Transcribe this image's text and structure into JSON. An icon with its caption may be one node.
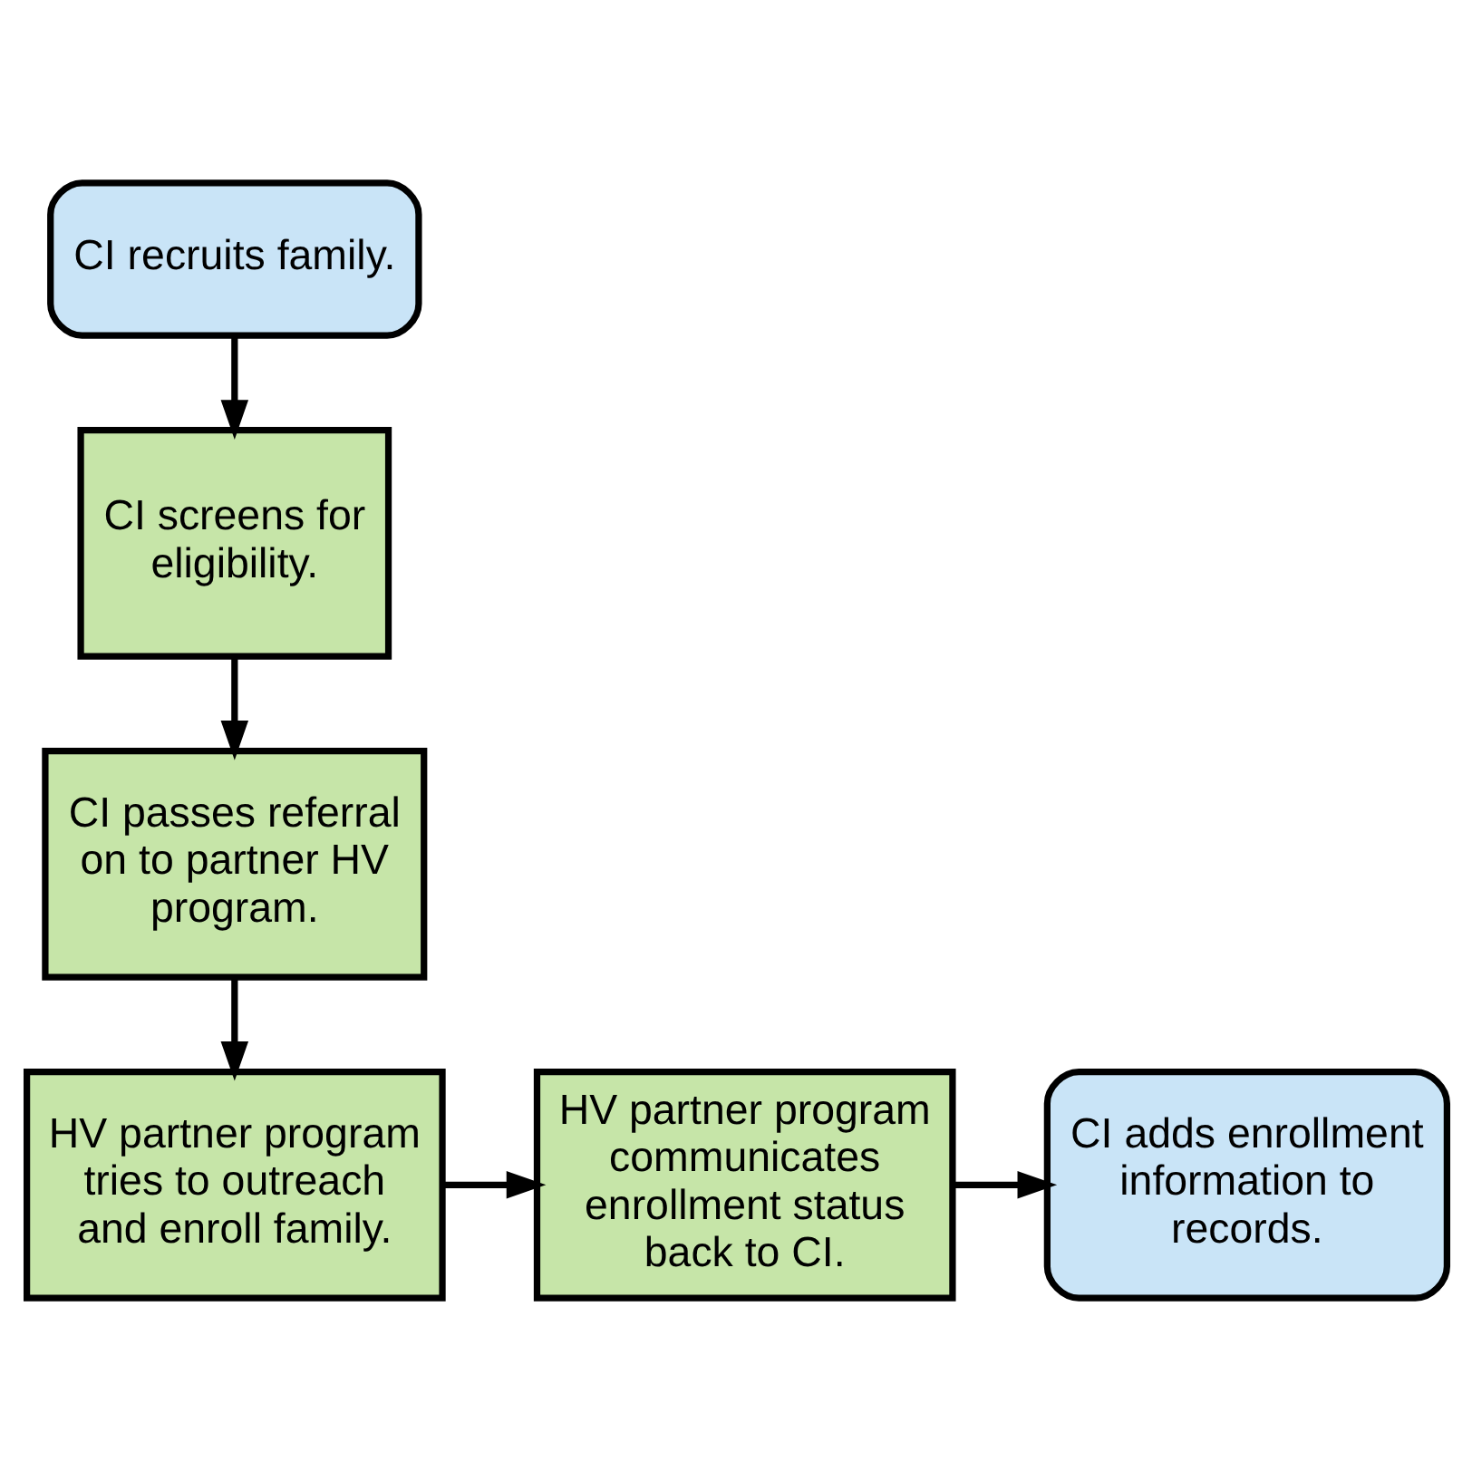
{
  "diagram": {
    "nodes": [
      {
        "text": [
          "CI recruits family."
        ]
      },
      {
        "text": [
          "CI screens for eligibility."
        ]
      },
      {
        "text": [
          "CI passes referral on to partner HV program."
        ]
      },
      {
        "text": [
          "HV partner program tries to outreach and enroll family."
        ]
      },
      {
        "text": [
          "HV partner program communicates enrollment status back to CI."
        ]
      },
      {
        "text": [
          "CI adds enrollment information to records."
        ]
      }
    ],
    "edges": [
      {
        "from": 0,
        "to": 1,
        "arrow": "to"
      },
      {
        "from": 1,
        "to": 2,
        "arrow": "to"
      },
      {
        "from": 2,
        "to": 3,
        "arrow": "to"
      },
      {
        "from": 3,
        "to": 4,
        "arrow": "to"
      },
      {
        "from": 4,
        "to": 5,
        "arrow": "to"
      }
    ]
  }
}
